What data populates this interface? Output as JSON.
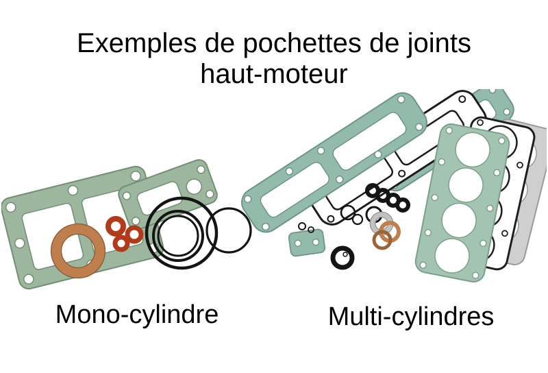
{
  "title": {
    "line1": "Exemples de pochettes de joints",
    "line2": "haut-moteur"
  },
  "captions": {
    "mono": "Mono-cylindre",
    "multi": "Multi-cylindres"
  },
  "colors": {
    "background": "#ffffff",
    "gasket_green": "#9cb79d",
    "gasket_teal": "#93bbab",
    "gasket_teal_light": "#a3c4b1",
    "copper": "#bf7f4d",
    "washer_red": "#b23a1b",
    "ring_black": "#141414",
    "gray_gasket": "#cfcfcf"
  }
}
